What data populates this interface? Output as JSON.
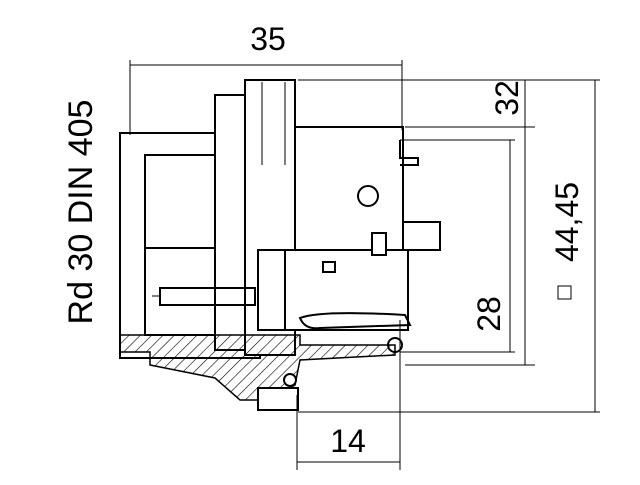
{
  "drawing": {
    "side_label": "Rd 30 DIN 405",
    "dimensions": {
      "overall_length": "35",
      "flange_depth": "32",
      "square_size_symbol": "□",
      "square_size": "44,45",
      "inner_height": "28",
      "rear_length": "14"
    }
  }
}
